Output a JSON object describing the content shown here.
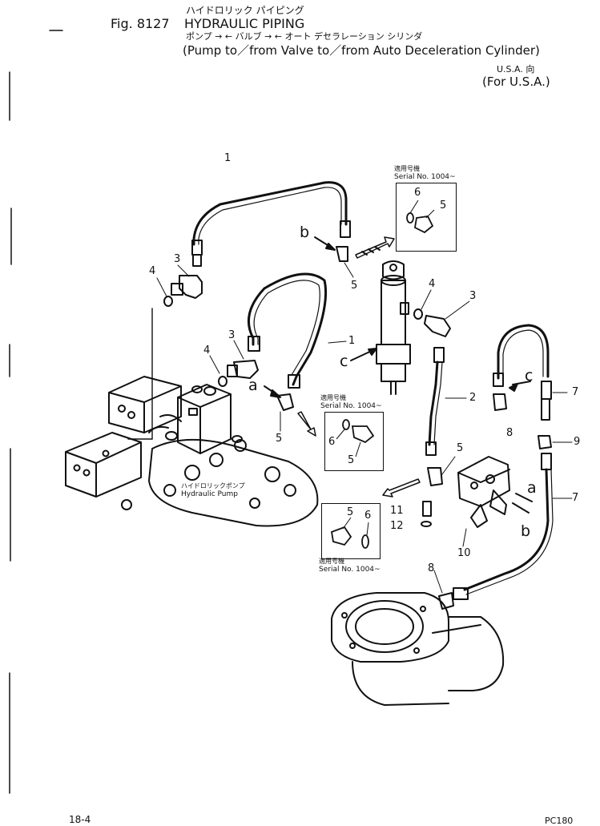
{
  "header": {
    "fig_number": "Fig. 8127",
    "title_en": "HYDRAULIC PIPING",
    "title_jp": "ハイドロリック パイピング",
    "subtitle_jp": "ポンプ → ← バルブ → ← オート デセラレーション シリンダ",
    "subtitle_en": "(Pump to／from Valve to／from Auto Deceleration Cylinder)",
    "region_jp": "U.S.A. 向",
    "region_en": "(For U.S.A.)"
  },
  "serial_boxes": [
    {
      "label_jp": "適用号機",
      "label_en": "Serial No. 1004~",
      "parts": [
        "6",
        "5"
      ]
    },
    {
      "label_jp": "適用号機",
      "label_en": "Serial No. 1004~",
      "parts": [
        "6",
        "5"
      ]
    },
    {
      "label_jp": "適用号機",
      "label_en": "Serial No. 1004~",
      "parts": [
        "5",
        "6"
      ]
    }
  ],
  "pump_label": {
    "jp": "ハイドロリックポンプ",
    "en": "Hydraulic Pump"
  },
  "callouts": {
    "c1a": "1",
    "c1b": "1",
    "c2": "2",
    "c3a": "3",
    "c3b": "3",
    "c3c": "3",
    "c4a": "4",
    "c4b": "4",
    "c4c": "4",
    "c5a": "5",
    "c5b": "5",
    "c5c": "5",
    "c7a": "7",
    "c7b": "7",
    "c8a": "8",
    "c8b": "8",
    "c9": "9",
    "c10": "10",
    "c11": "11",
    "c12": "12"
  },
  "letters": {
    "a1": "a",
    "a2": "a",
    "b1": "b",
    "b2": "b",
    "c1": "c",
    "c2": "c"
  },
  "footer": {
    "page": "18-4",
    "code": "PC180"
  }
}
